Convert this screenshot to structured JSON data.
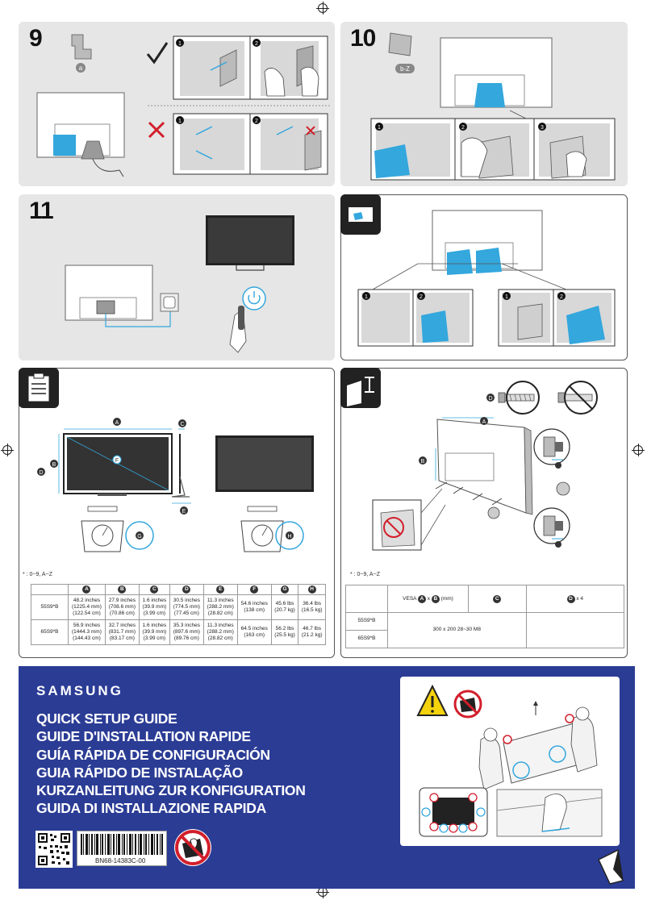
{
  "steps": {
    "s9": "9",
    "s10": "10",
    "s11": "11"
  },
  "parts": {
    "a": "a",
    "bz": "b-Z"
  },
  "marks": {
    "check": "✓",
    "cross": "✕"
  },
  "dims": {
    "A": "A",
    "B": "B",
    "C": "C",
    "D": "D",
    "E": "E",
    "F": "F",
    "G": "G",
    "H": "H"
  },
  "hints": {
    "left": "* : 0~9, A~Z",
    "right": "* : 0~9, A~Z"
  },
  "spec_table": {
    "headers": [
      "A",
      "B",
      "C",
      "D",
      "E",
      "F",
      "G",
      "H"
    ],
    "rows": [
      {
        "model": "55S9*B",
        "cells": [
          [
            "48.2 inches",
            "(1225.4 mm)",
            "(122.54 cm)"
          ],
          [
            "27.9 inches",
            "(708.6 mm)",
            "(70.86 cm)"
          ],
          [
            "1.6 inches",
            "(39.9 mm)",
            "(3.99 cm)"
          ],
          [
            "30.5 inches",
            "(774.5 mm)",
            "(77.45 cm)"
          ],
          [
            "11.3 inches",
            "(288.2 mm)",
            "(28.82 cm)"
          ],
          [
            "54.6 inches",
            "(138 cm)"
          ],
          [
            "45.6 lbs",
            "(20.7 kg)"
          ],
          [
            "36.4 lbs",
            "(16.5 kg)"
          ]
        ]
      },
      {
        "model": "65S9*B",
        "cells": [
          [
            "56.9 inches",
            "(1444.3 mm)",
            "(144.43 cm)"
          ],
          [
            "32.7 inches",
            "(831.7 mm)",
            "(83.17 cm)"
          ],
          [
            "1.6 inches",
            "(39.9 mm)",
            "(3.99 cm)"
          ],
          [
            "35.3 inches",
            "(897.6 mm)",
            "(89.76 cm)"
          ],
          [
            "11.3 inches",
            "(288.2 mm)",
            "(28.82 cm)"
          ],
          [
            "64.5 inches",
            "(163 cm)"
          ],
          [
            "56.2 lbs",
            "(25.5 kg)"
          ],
          [
            "46.7 lbs",
            "(21.2 kg)"
          ]
        ]
      }
    ]
  },
  "vesa_table": {
    "vesa_prefix": "VESA",
    "vesa_x": "x",
    "vesa_unit": "(mm)",
    "col_c": "C",
    "col_d": "D",
    "col_d_suffix": "x 4",
    "rows": [
      "55S9*B",
      "65S9*B"
    ],
    "value": "300 x 200 28~30 M8"
  },
  "brand": "SAMSUNG",
  "guide_titles": [
    "QUICK SETUP GUIDE",
    "GUIDE D'INSTALLATION RAPIDE",
    "GUÍA RÁPIDA DE CONFIGURACIÓN",
    "GUIA RÁPIDO DE INSTALAÇÃO",
    "KURZANLEITUNG ZUR KONFIGURATION",
    "GUIDA DI INSTALLAZIONE RAPIDA"
  ],
  "product_code": "BN68-14383C-00",
  "sub_numbers": [
    "1",
    "2",
    "3"
  ],
  "colors": {
    "accent_blue": "#34a7dd",
    "panel_gray": "#e6e6e6",
    "banner_blue": "#2b3c95",
    "warning_red": "#d21f2b",
    "warning_yellow": "#f4d20c"
  },
  "icons": [
    "crop-mark-icon",
    "check-mark-icon",
    "cross-mark-icon",
    "clipboard-spec-icon",
    "wall-mount-icon",
    "cover-remove-icon",
    "warning-triangle-icon",
    "no-press-screen-icon",
    "qr-code-icon",
    "barcode-icon",
    "power-button-icon"
  ]
}
